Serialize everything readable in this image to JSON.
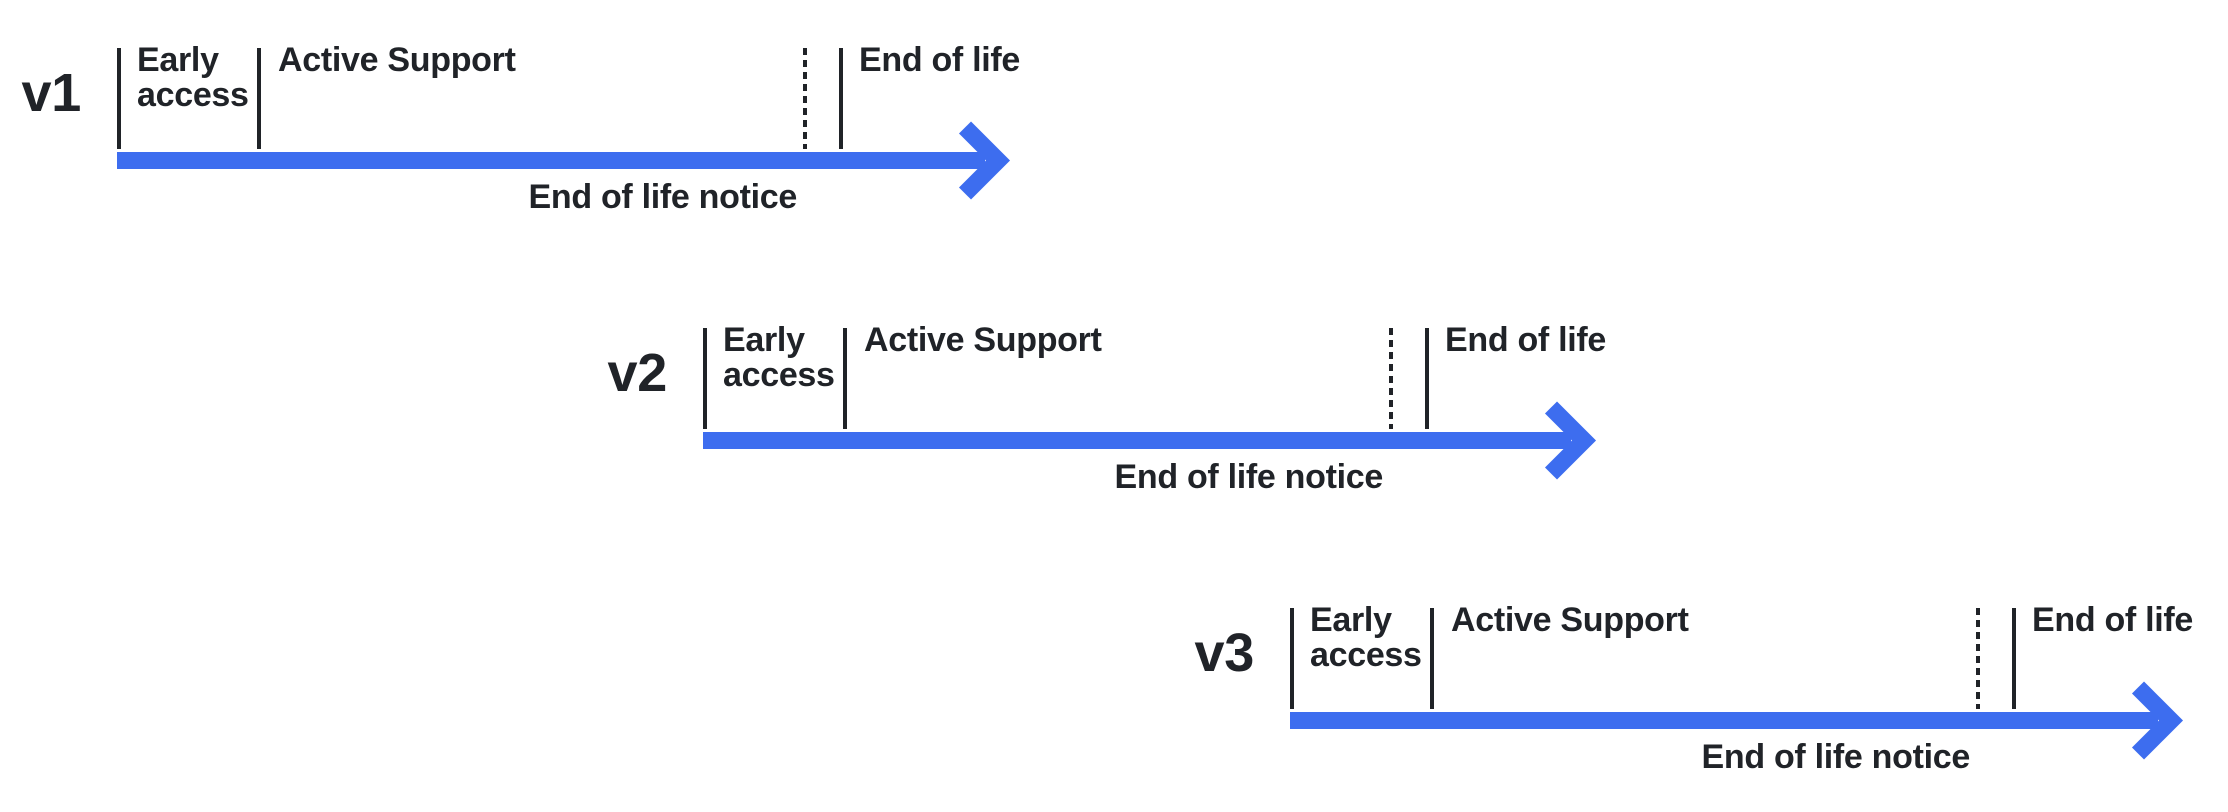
{
  "diagram": {
    "colors": {
      "arrow": "#3d6def",
      "line": "#202328",
      "text": "#202328",
      "background": "#ffffff"
    },
    "timelines": [
      {
        "version": "v1",
        "phases": {
          "early_access": "Early access",
          "active_support": "Active Support",
          "end_of_life": "End of life",
          "eol_notice": "End of life notice"
        }
      },
      {
        "version": "v2",
        "phases": {
          "early_access": "Early access",
          "active_support": "Active Support",
          "end_of_life": "End of life",
          "eol_notice": "End of life notice"
        }
      },
      {
        "version": "v3",
        "phases": {
          "early_access": "Early access",
          "active_support": "Active Support",
          "end_of_life": "End of life",
          "eol_notice": "End of life notice"
        }
      }
    ]
  }
}
